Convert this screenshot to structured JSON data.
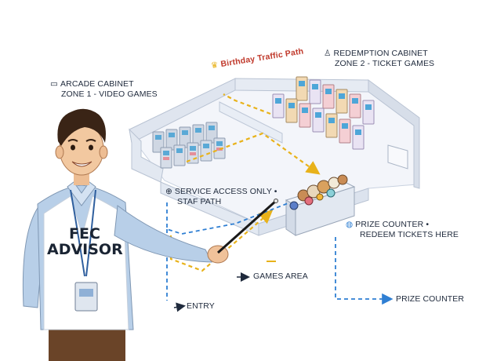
{
  "labels": {
    "arcade": {
      "line1": "Arcade Cabinet",
      "line2": "Zone 1 - Video Games"
    },
    "redemption": {
      "line1": "Redemption Cabinet",
      "line2": "Zone 2 - Ticket Games"
    },
    "birthday": "Birthday Traffic Path",
    "service": {
      "line1": "Service Access Only •",
      "line2": "Staf Path"
    },
    "prize_counter": {
      "line1": "Prize Counter •",
      "line2": "Redeem Tickets Here"
    },
    "games_area": "Games Area",
    "entry": "Entry",
    "prize_counter_path": "Prize Counter"
  },
  "advisor": {
    "shirt_text_1": "FEC",
    "shirt_text_2": "ADVISOR"
  },
  "icons": {
    "arcade": "arcade-cabinet-icon",
    "redemption": "trophy-icon",
    "birthday": "crown-icon",
    "service": "lock-icon",
    "prize": "globe-icon"
  },
  "colors": {
    "birthday_path": "#e8b21a",
    "service_path": "#2f7fd3",
    "title_red": "#c0392b",
    "wall": "#e4e9f2",
    "shirt": "#b8cfe8"
  }
}
